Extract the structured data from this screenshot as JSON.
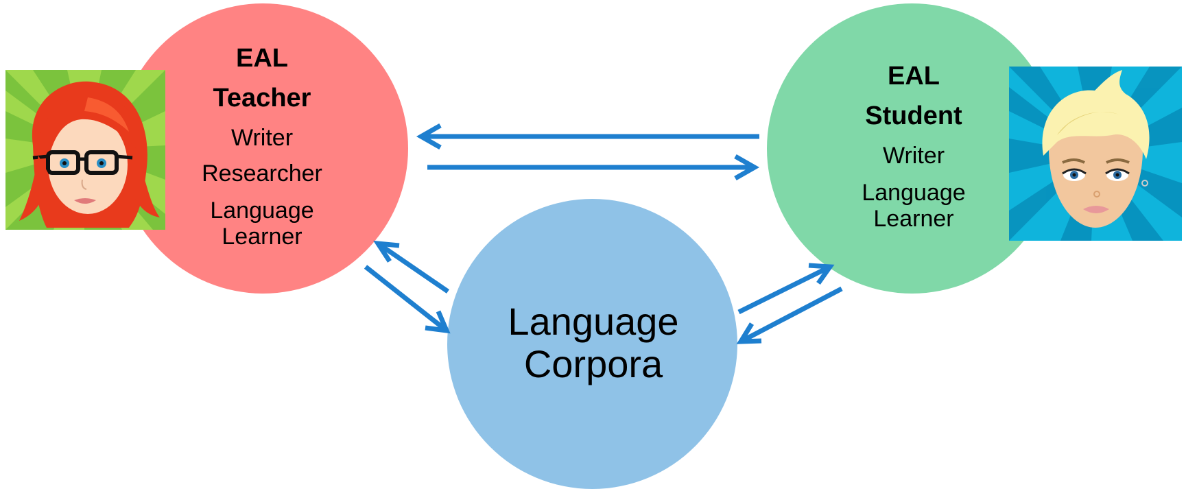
{
  "colors": {
    "teacher_circle": "#ff8383",
    "student_circle": "#80d8a8",
    "corpora_circle": "#8fc2e7",
    "arrow": "#1e7fcf",
    "teacher_bg": "#7bc33d",
    "student_bg": "#0fb4dc"
  },
  "teacher": {
    "title_line1": "EAL",
    "title_line2": "Teacher",
    "roles": [
      "Writer",
      "Researcher",
      "Language",
      "Learner"
    ],
    "avatar_icon": "redhead-woman-glasses-icon"
  },
  "student": {
    "title_line1": "EAL",
    "title_line2": "Student",
    "roles": [
      "Writer",
      "Language",
      "Learner"
    ],
    "avatar_icon": "blonde-woman-icon"
  },
  "corpora": {
    "line1": "Language",
    "line2": "Corpora"
  }
}
